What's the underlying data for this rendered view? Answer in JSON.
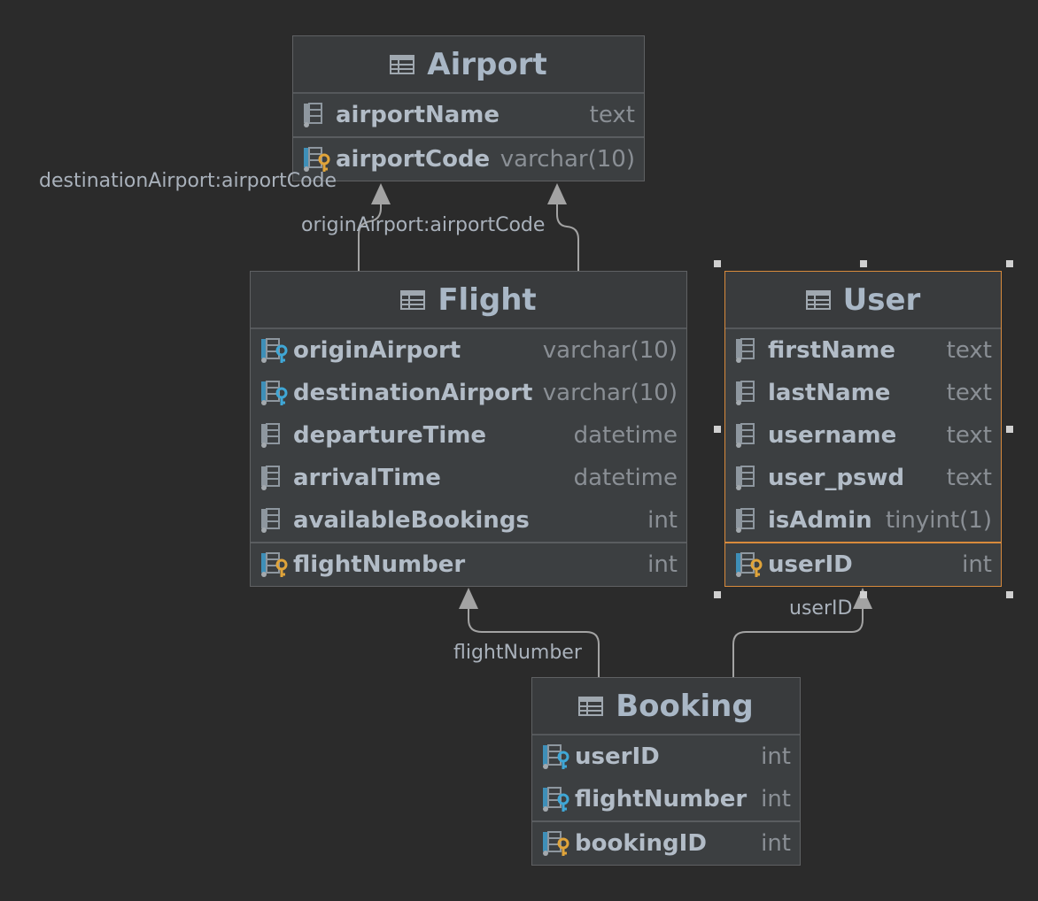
{
  "tables": {
    "airport": {
      "title": "Airport",
      "columns": [
        {
          "name": "airportName",
          "type": "text",
          "icon": "column-icon"
        },
        {
          "name": "airportCode",
          "type": "varchar(10)",
          "icon": "primary-key-icon"
        }
      ]
    },
    "flight": {
      "title": "Flight",
      "columns": [
        {
          "name": "originAirport",
          "type": "varchar(10)",
          "icon": "foreign-key-icon"
        },
        {
          "name": "destinationAirport",
          "type": "varchar(10)",
          "icon": "foreign-key-icon"
        },
        {
          "name": "departureTime",
          "type": "datetime",
          "icon": "column-icon"
        },
        {
          "name": "arrivalTime",
          "type": "datetime",
          "icon": "column-icon"
        },
        {
          "name": "availableBookings",
          "type": "int",
          "icon": "column-icon"
        },
        {
          "name": "flightNumber",
          "type": "int",
          "icon": "primary-key-icon"
        }
      ]
    },
    "user": {
      "title": "User",
      "columns": [
        {
          "name": "firstName",
          "type": "text",
          "icon": "column-icon"
        },
        {
          "name": "lastName",
          "type": "text",
          "icon": "column-icon"
        },
        {
          "name": "username",
          "type": "text",
          "icon": "column-icon"
        },
        {
          "name": "user_pswd",
          "type": "text",
          "icon": "column-icon"
        },
        {
          "name": "isAdmin",
          "type": "tinyint(1)",
          "icon": "column-icon"
        },
        {
          "name": "userID",
          "type": "int",
          "icon": "primary-key-icon"
        }
      ]
    },
    "booking": {
      "title": "Booking",
      "columns": [
        {
          "name": "userID",
          "type": "int",
          "icon": "foreign-key-icon"
        },
        {
          "name": "flightNumber",
          "type": "int",
          "icon": "foreign-key-icon"
        },
        {
          "name": "bookingID",
          "type": "int",
          "icon": "primary-key-icon"
        }
      ]
    }
  },
  "relations": {
    "destination_label": "destinationAirport:airportCode",
    "origin_label": "originAirport:airportCode",
    "flight_label": "flightNumber",
    "user_label": "userID"
  },
  "colors": {
    "background": "#2b2b2b",
    "table_body": "#3c3f41",
    "selection": "#d88a3c",
    "primary_key": "#e0a43a",
    "foreign_key": "#3fa7d6",
    "edge": "#a0a0a0"
  }
}
